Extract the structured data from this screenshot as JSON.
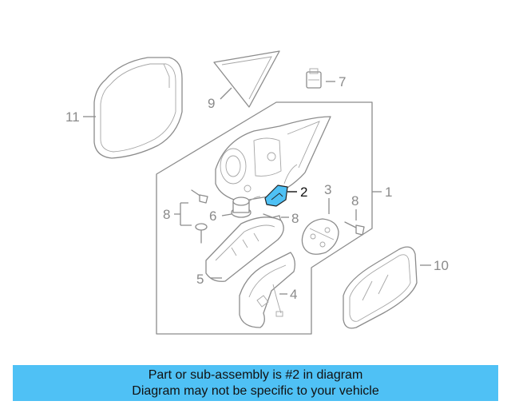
{
  "diagram": {
    "highlight_color": "#4fc1f5",
    "callouts": {
      "c1": "1",
      "c2": "2",
      "c3": "3",
      "c4": "4",
      "c5": "5",
      "c6": "6",
      "c7": "7",
      "c8a": "8",
      "c8b": "8",
      "c8c": "8",
      "c9": "9",
      "c10": "10",
      "c11": "11"
    }
  },
  "banner": {
    "line1": "Part or sub-assembly is #2 in diagram",
    "line2": "Diagram may not be specific to your vehicle",
    "color": "#4fc1f5"
  }
}
